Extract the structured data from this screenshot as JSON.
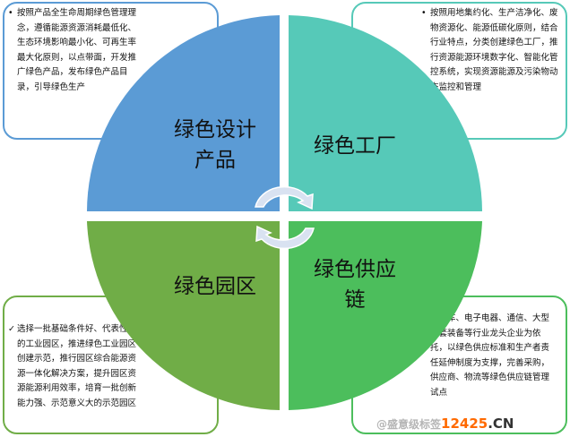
{
  "colors": {
    "design": "#5b9bd5",
    "factory": "#56c9b8",
    "park": "#70ad47",
    "supply": "#4cbe5c"
  },
  "quadrants": {
    "design": {
      "title": "绿色设计产品",
      "line1": "绿色设计",
      "line2": "产品",
      "text": "按照产品全生命周期绿色管理理念，遵循能源资源消耗最低化、生态环境影响最小化、可再生率最大化原则，以点带面，开发推广绿色产品，发布绿色产品目录，引导绿色生产",
      "bullet": "•"
    },
    "factory": {
      "title": "绿色工厂",
      "text": "按照用地集约化、生产洁净化、废物资源化、能源低碳化原则，结合行业特点，分类创建绿色工厂，推行资源能源环境数字化、智能化管控系统，实现资源能源及污染物动态监控和管理",
      "bullet": "•"
    },
    "park": {
      "title": "绿色园区",
      "text": "选择一批基础条件好、代表性强的工业园区，推进绿色工业园区创建示范，推行园区综合能源资源一体化解决方案，提升园区资源能源利用效率，培育一批创新能力强、示范意义大的示范园区",
      "bullet": "✓"
    },
    "supply": {
      "title": "绿色供应链",
      "line1": "绿色供应",
      "line2": "链",
      "text": "以汽车、电子电器、通信、大型成套装备等行业龙头企业为依托，以绿色供应标准和生产者责任延伸制度为支撑，完善采购，供应商、物流等绿色供应链管理试点"
    }
  },
  "watermark": {
    "source": "@盛意级标签",
    "site_num": "12425",
    "site_tld": ".CN"
  }
}
